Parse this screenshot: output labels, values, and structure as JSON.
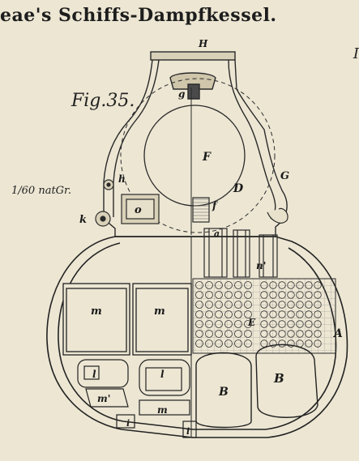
{
  "header": {
    "title": "eae's Schiffs-Dampfkessel."
  },
  "figure": {
    "number_label": "Fig.35.",
    "scale_label": "1/60 natGr.",
    "edge_label": "I"
  },
  "labels": {
    "H": "H",
    "g": "g",
    "F": "F",
    "D": "D",
    "G": "G",
    "h": "h",
    "k": "k",
    "o": "o",
    "f": "f",
    "a": "a",
    "n_prime": "n'",
    "m_left": "m",
    "m_right": "m",
    "l_left": "l",
    "l_right": "l",
    "m_prime": "m'",
    "m_lower": "m",
    "i_left": "i",
    "i_right": "i",
    "E": "E",
    "B_left": "B",
    "B_right": "B",
    "A": "A"
  }
}
